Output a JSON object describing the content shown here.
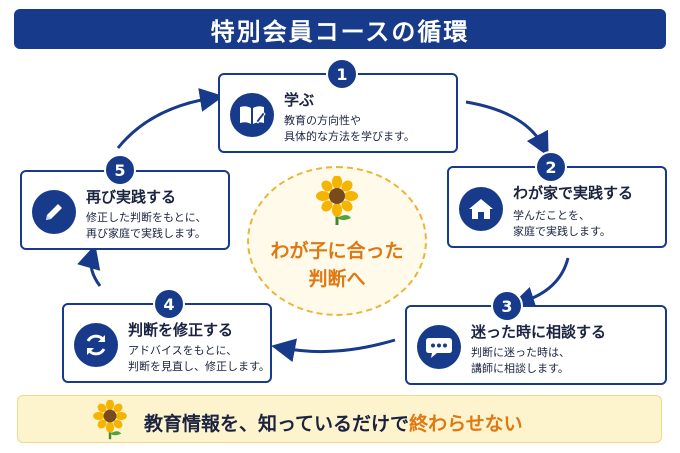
{
  "title": "特別会員コースの循環",
  "steps": [
    {
      "num": "1",
      "heading": "学ぶ",
      "lines": [
        "教育の方向性や",
        "具体的な方法を学びます。"
      ],
      "icon": "book-pen-icon"
    },
    {
      "num": "2",
      "heading": "わが家で実践する",
      "lines": [
        "学んだことを、",
        "家庭で実践します。"
      ],
      "icon": "house-icon"
    },
    {
      "num": "3",
      "heading": "迷った時に相談する",
      "lines": [
        "判断に迷った時は、",
        "講師に相談します。"
      ],
      "icon": "chat-bubble-icon"
    },
    {
      "num": "4",
      "heading": "判断を修正する",
      "lines": [
        "アドバイスをもとに、",
        "判断を見直し、修正します。"
      ],
      "icon": "refresh-icon"
    },
    {
      "num": "5",
      "heading": "再び実践する",
      "lines": [
        "修正した判断をもとに、",
        "再び家庭で実践します。"
      ],
      "icon": "pencil-icon"
    }
  ],
  "center": {
    "line1": "わが子に合った",
    "line2": "判断へ",
    "icon": "sunflower-icon"
  },
  "footer": {
    "text": "教育情報を、知っているだけで",
    "highlight": "終わらせない",
    "icon": "sunflower-icon"
  },
  "colors": {
    "navy": "#173a8a",
    "orange": "#e07812",
    "cream": "#fdf3cd",
    "gold": "#e9b53a"
  }
}
